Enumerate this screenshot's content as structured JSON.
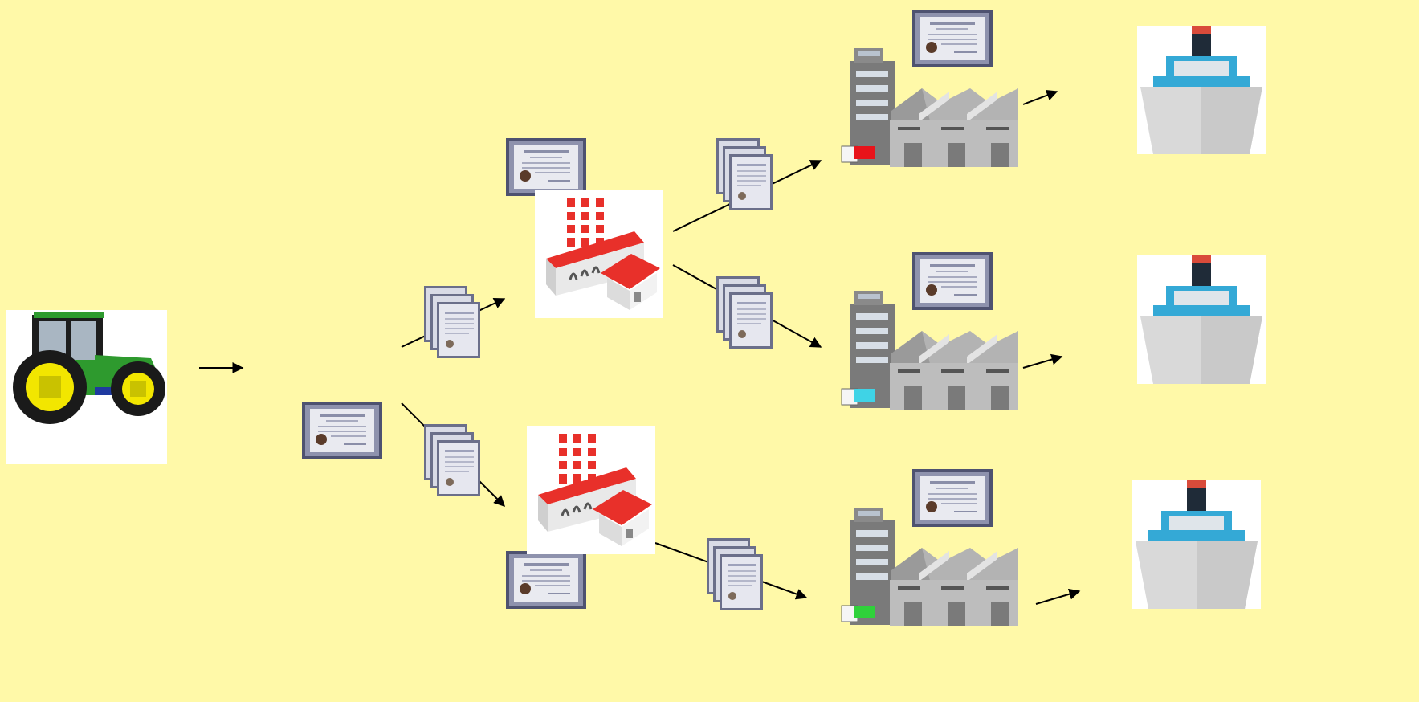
{
  "diagram": {
    "type": "supply-chain-flow",
    "background": "#fff9a8",
    "nodes": [
      {
        "id": "tractor",
        "kind": "tractor-icon"
      },
      {
        "id": "cert-root",
        "kind": "certificate-icon"
      },
      {
        "id": "factory-top",
        "kind": "processing-factory-icon"
      },
      {
        "id": "factory-bottom",
        "kind": "processing-factory-icon"
      },
      {
        "id": "plant-1",
        "kind": "manufacturing-plant-icon",
        "truck_color": "#e8131a"
      },
      {
        "id": "plant-2",
        "kind": "manufacturing-plant-icon",
        "truck_color": "#3fd3e6"
      },
      {
        "id": "plant-3",
        "kind": "manufacturing-plant-icon",
        "truck_color": "#2fd13a"
      },
      {
        "id": "ship-1",
        "kind": "ship-icon"
      },
      {
        "id": "ship-2",
        "kind": "ship-icon"
      },
      {
        "id": "ship-3",
        "kind": "ship-icon"
      }
    ],
    "edges": [
      {
        "from": "tractor",
        "to": "cert-root"
      },
      {
        "from": "cert-root",
        "to": "factory-top"
      },
      {
        "from": "cert-root",
        "to": "factory-bottom"
      },
      {
        "from": "factory-top",
        "to": "plant-1"
      },
      {
        "from": "factory-top",
        "to": "plant-2"
      },
      {
        "from": "factory-bottom",
        "to": "plant-3"
      },
      {
        "from": "plant-1",
        "to": "ship-1"
      },
      {
        "from": "plant-2",
        "to": "ship-2"
      },
      {
        "from": "plant-3",
        "to": "ship-3"
      }
    ],
    "colors": {
      "certificate_frame": "#6b6f8a",
      "ship_hull": "#d9d9d9",
      "ship_cabin": "#34a9d6",
      "factory_roof": "#e8302a",
      "tractor_body": "#2e9a2e",
      "tractor_wheel": "#f2e600"
    }
  }
}
